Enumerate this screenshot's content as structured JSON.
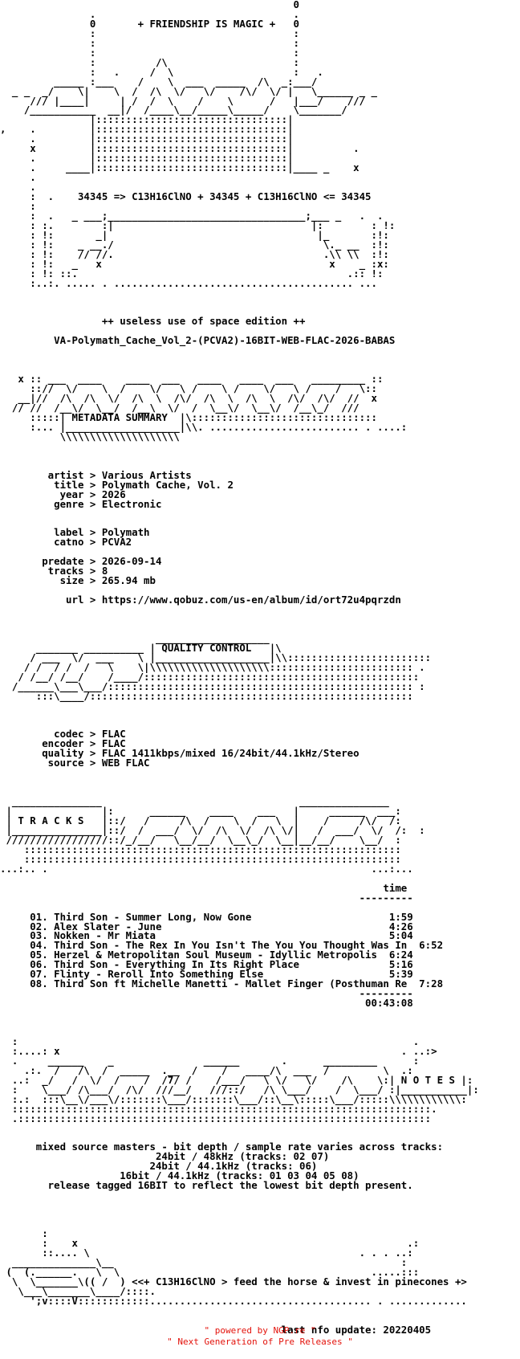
{
  "nfo_lines": [
    "                                                 0",
    "               .                                 .",
    "               0       + FRIENDSHIP IS MAGIC +   0",
    "               :                                 :",
    "               :                                 :",
    "               :                                 :",
    "               :          /\\                     :",
    "               :   .     /  \\                    :   .",
    "         _____ :___    /    \\  ___  _____  /\\  _:___/",
    "  _ _  _/    \\|    \\  /  /\\  \\/   \\/    /\\/  \\/ |   \\______ _ _",
    "     /// |____|     | /  /  \\    /    \\      /   |___/    ///",
    "    /___________  __|/  /____\\__/_____\\_____/    \\_______/",
    "               |::::::::::::::::::::::::::::::::|",
    ",    .         |::::::::::::::::::::::::::::::::|",
    "     .         |::::::::::::::::::::::::::::::::|",
    "     x         |::::::::::::::::::::::::::::::::|          .",
    "     .         |::::::::::::::::::::::::::::::::|",
    "     .     ____|::::::::::::::::::::::::::::::::|____ _    x",
    "     .",
    "     .",
    "     :  .    34345 => C13H16ClNO + 34345 + C13H16ClNO <= 34345",
    "     :",
    "     :  .   _ ___;_________________________________;___ _   .  .",
    "     : :.        :|                                 |:        : !:",
    "     : !:       _|                                   |_       :!:",
    "     : !:    _ __./                                   \\._ __  :!:",
    "     : !:    // //.                                   .\\\\ \\\\  :!:",
    "     : !:   _   x                                      x    _ :x:",
    "     : !: ::.                                             .:: !:",
    "     :..:. ..... . ........................................ ...",
    "",
    "",
    "",
    "                 ++ useless use of space edition ++",
    "",
    "         VA-Polymath_Cache_Vol_2-(PCVA2)-16BIT-WEB-FLAC-2026-BABAS",
    "",
    "",
    "",
    "   x :: ___  ____    ____  ___   ____   ____  ___   _________ ::",
    "     :://  \\/    \\  /    \\/   \\ /    \\ /    \\/   \\ /    /   \\::",
    "   __|//  /\\  /\\  \\/  /\\  \\  /\\/  /\\  \\  /\\  \\  /\\/  /\\/  //  x",
    "  // //  /__\\/  \\__/  /__\\  \\/  /  \\__\\/  \\__\\/  /__\\_/  ///",
    "     :::::| METADATA SUMMARY  |\\:::::::::::::::::::::::::::::::",
    "     :... |___________________|\\\\. ......................... . ....:",
    "          \\\\\\\\\\\\\\\\\\\\\\\\\\\\\\\\\\\\\\\\",
    "",
    "",
    "",
    "        artist > Various Artists",
    "         title > Polymath Cache, Vol. 2",
    "          year > 2026",
    "         genre > Electronic",
    "",
    "",
    "         label > Polymath",
    "         catno > PCVA2",
    "",
    "       predate > 2026-09-14",
    "        tracks > 8",
    "          size > 265.94 mb",
    "",
    "           url > https://www.qobuz.com/us-en/album/id/ort72u4pqrzdn",
    "",
    "",
    "",
    "                          ___________________",
    "      _______ __________ | QUALITY CONTROL   |\\",
    "     / ___  \\/  ___    \\ |___________________|\\\\::::::::::::::::::::::::",
    "    / /  / /  /   \\    \\|\\\\\\\\\\\\\\\\\\\\\\\\\\\\\\\\\\\\\\\\:::::::::::::::::::::::: .",
    "   / /__/ /__/    /____/::::::::::::::::::::::::::::::::::::::::::::::",
    "  /______\\___\\___/::::::::::::::::::::::::::::::::::::::::::::::::::: :",
    "      :::\\____/::::::::::::::::::::::::::::::::::::::::::::::::::::::",
    "",
    "",
    "",
    "         codec > FLAC",
    "       encoder > FLAC",
    "       quality > FLAC 1411kbps/mixed 16/24bit/44.1kHz/Stereo",
    "        source > WEB FLAC",
    "",
    "",
    "",
    "  _______________                                 _______________",
    " |               |:      ______    ____    ___   |     ______  ___:",
    " | T R A C K S   |::/   /     /\\  /    \\  /   \\  |    /     /\\/  /:",
    " |_______________|::/  /  ___/  \\/  /\\  \\/  /\\ \\/|   /  ___/  \\/  /:  :",
    " /////////////////::/_/__/   \\__/__/  \\__\\_/  \\__|__/__/    \\__/  :",
    "    :::::::::::::::::::::::::::::::::::::::::::::::::::::::::::::::",
    "    :::::::::::::::::::::::::::::::::::::::::::::::::::::::::::::::",
    "...:.. .                                                      ...:...",
    "",
    "                                                                time",
    "                                                            ---------",
    "",
    "     01. Third Son - Summer Long, Now Gone                       1:59",
    "     02. Alex Slater - June                                      4:26",
    "     03. Nokken - Mr Miata                                       5:04",
    "     04. Third Son - The Rex In You Isn't The You You Thought Was In  6:52",
    "     05. Herzel & Metropolitan Soul Museum - Idyllic Metropolis  6:24",
    "     06. Third Son - Everything In Its Right Place               5:16",
    "     07. Flinty - Reroll Into Something Else                     5:39",
    "     08. Third Son ft Michelle Manetti - Mallet Finger (Posthuman Re  7:28",
    "                                                            ---------",
    "                                                             00:43:08",
    "",
    "",
    "",
    "  :                                                                  .",
    "  :....: x                                                         . ..:>",
    "  .     ______    _               ______       .      _________      :",
    "    .:.  /   /\\  /  _____  .__  /    /   ____/\\  ___  /         \\  .:",
    "  ..:  _/   /  \\/  /    /  /7/ /    /___/   \\ \\/   \\/    /\\    \\:| N O T E S |:",
    "  :    \\___/ /\\___/  /\\/  ///__/   ///::/   /\\ \\___/    /  \\___/ :|___________|:",
    "  :.:  :::\\__\\/___\\/:::::::\\___/:::::::\\___/::\\__\\:::::\\___/:::::\\\\\\\\\\\\\\\\\\\\\\\\:",
    "  ::::::::::::::::::::::::::::::::::::::::::::::::::::::::::::::::::::::.",
    "  .:::::::::::::::::::::::::::::::::::::::::::::::::::::::::::::::::::::",
    "",
    "",
    "      mixed source masters - bit depth / sample rate varies across tracks:",
    "                          24bit / 48kHz (tracks: 02 07)",
    "                         24bit / 44.1kHz (tracks: 06)",
    "                    16bit / 44.1kHz (tracks: 01 03 04 05 08)",
    "        release tagged 16BIT to reflect the lowest bit depth present.",
    "",
    "",
    "",
    "",
    "       :",
    "       :    x                                                       .:",
    "       ::.... \\                                             . . . ..:",
    "  ______________\\__                                                :",
    " (  (.______.   \\  \\                                          .....:::",
    "  \\  \\_______\\(( /  ) <<+ C13H16ClNO > feed the horse & invest in pinecones +>",
    "   \\___\\_______\\____/::::.",
    "     ';v::::V::::::::::::..................................... . .............",
    "",
    "",
    "                                               last nfo update: 20220405"
  ],
  "footer": {
    "line1": "\" powered by NGP.re \"",
    "line2": "\" Next Generation of Pre Releases \""
  }
}
